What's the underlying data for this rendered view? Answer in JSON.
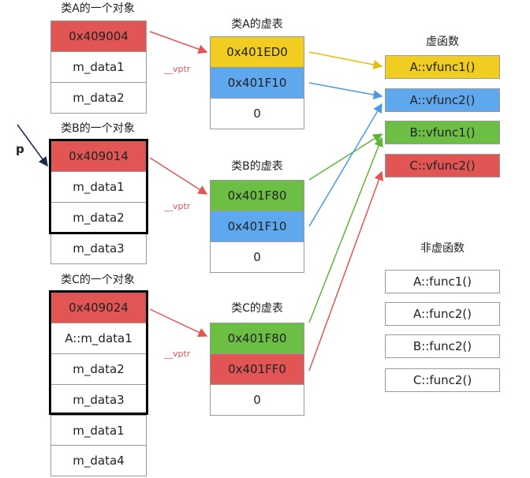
{
  "objA": {
    "title": "类A的一个对象",
    "cells": [
      "0x409004",
      "m_data1",
      "m_data2"
    ]
  },
  "objB": {
    "title": "类B的一个对象",
    "cells": [
      "0x409014",
      "m_data1",
      "m_data2",
      "m_data3"
    ]
  },
  "objC": {
    "title": "类C的一个对象",
    "cells": [
      "0x409024",
      "A::m_data1",
      "m_data2",
      "m_data3",
      "m_data1",
      "m_data4"
    ]
  },
  "vtA": {
    "title": "类A的虚表",
    "cells": [
      "0x401ED0",
      "0x401F10",
      "0"
    ]
  },
  "vtB": {
    "title": "类B的虚表",
    "cells": [
      "0x401F80",
      "0x401F10",
      "0"
    ]
  },
  "vtC": {
    "title": "类C的虚表",
    "cells": [
      "0x401F80",
      "0x401FF0",
      "0"
    ]
  },
  "virtual_funcs": {
    "title": "虚函数",
    "items": [
      "A::vfunc1()",
      "A::vfunc2()",
      "B::vfunc1()",
      "C::vfunc2()"
    ]
  },
  "nonvirtual_funcs": {
    "title": "非虚函数",
    "items": [
      "A::func1()",
      "A::func2()",
      "B::func2()",
      "C::func2()"
    ]
  },
  "vptr_label": "__vptr",
  "pointer_label": "p",
  "colors": {
    "red": "#e25555",
    "blue": "#5fa8ee",
    "green": "#6cbf44",
    "yellow": "#f2cd21"
  }
}
